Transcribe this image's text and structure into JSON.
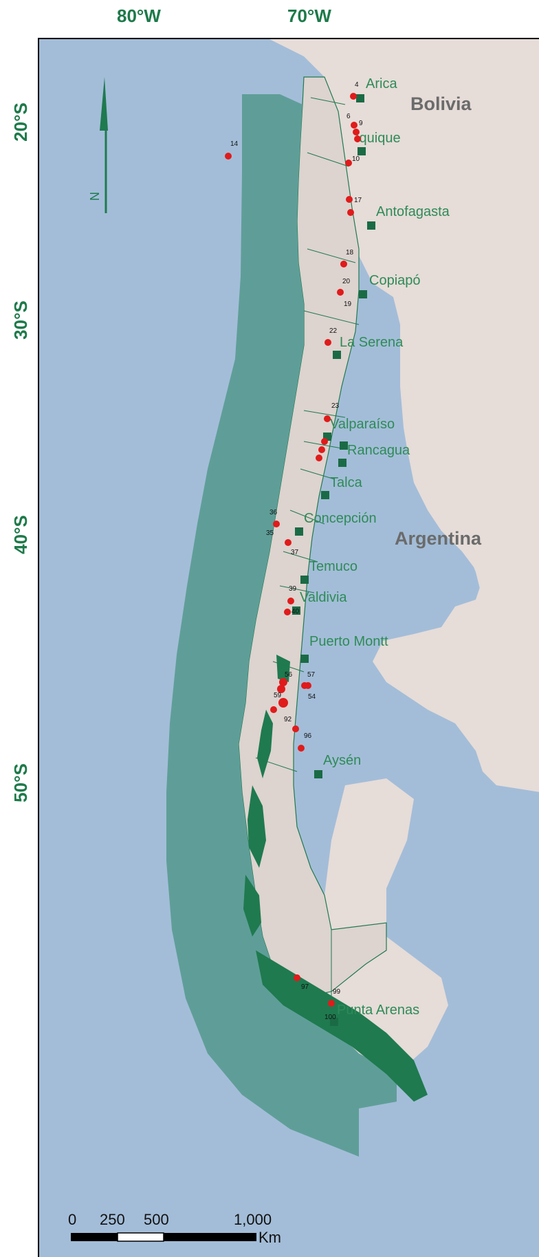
{
  "graticule": {
    "lon_labels": [
      "80°W",
      "70°W"
    ],
    "lat_labels": [
      "20°S",
      "30°S",
      "40°S",
      "50°S"
    ]
  },
  "north_arrow": {
    "label": "N"
  },
  "countries": [
    "Bolivia",
    "Argentina"
  ],
  "cities": [
    "Arica",
    "Iquique",
    "Antofagasta",
    "Copiapó",
    "La Serena",
    "Valparaíso",
    "Rancagua",
    "Talca",
    "Concepción",
    "Temuco",
    "Valdivia",
    "Puerto Montt",
    "Aysén",
    "Punta Arenas"
  ],
  "sample_points": [
    "4",
    "6",
    "9",
    "10",
    "14",
    "17",
    "18",
    "19",
    "20",
    "22",
    "23",
    "35",
    "36",
    "37",
    "39",
    "40",
    "54",
    "56",
    "57",
    "59",
    "92",
    "96",
    "97",
    "99",
    "100"
  ],
  "scale_bar": {
    "ticks": [
      "0",
      "250",
      "500",
      "1,000"
    ],
    "unit": "Km"
  },
  "colors": {
    "ocean": "#a3bdd8",
    "eez": "#5f9e98",
    "land": "#e6dcd8",
    "chile_border": "#1f7a4f",
    "points": "#e01b1b",
    "capitals": "#1a6b45",
    "labels": "#2e8b57"
  }
}
